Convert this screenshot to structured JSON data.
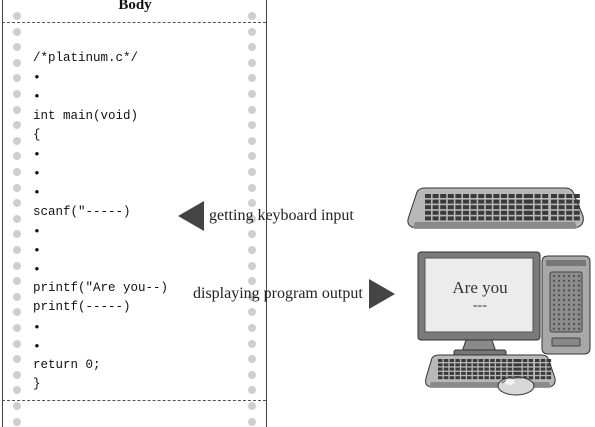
{
  "diagram": {
    "heading": "Body",
    "code_lines": [
      {
        "text": "/*platinum.c*/",
        "bullet": false
      },
      {
        "text": "",
        "bullet": true
      },
      {
        "text": "",
        "bullet": true
      },
      {
        "text": "int main(void)",
        "bullet": false
      },
      {
        "text": "{",
        "bullet": false
      },
      {
        "text": "",
        "bullet": true
      },
      {
        "text": "",
        "bullet": true
      },
      {
        "text": "",
        "bullet": true
      },
      {
        "text": "scanf(\"-----)",
        "bullet": false
      },
      {
        "text": "",
        "bullet": true
      },
      {
        "text": "",
        "bullet": true
      },
      {
        "text": "",
        "bullet": true
      },
      {
        "text": "printf(\"Are you--)",
        "bullet": false
      },
      {
        "text": "printf(-----)",
        "bullet": false
      },
      {
        "text": "",
        "bullet": true
      },
      {
        "text": "",
        "bullet": true
      },
      {
        "text": "return 0;",
        "bullet": false
      },
      {
        "text": "}",
        "bullet": false
      }
    ],
    "input_label": "getting keyboard input",
    "output_label": "displaying program output",
    "screen_text": "Are you",
    "screen_subtext": "---",
    "colors": {
      "arrow": "#444444",
      "paper": "#ffffff",
      "holes": "#cfcfcf",
      "monitor_body": "#7a7a7a",
      "screen": "#ececec"
    },
    "icons": [
      "keyboard-icon",
      "monitor-icon",
      "tower-icon",
      "mouse-icon",
      "arrow-left-icon",
      "arrow-right-icon"
    ]
  }
}
